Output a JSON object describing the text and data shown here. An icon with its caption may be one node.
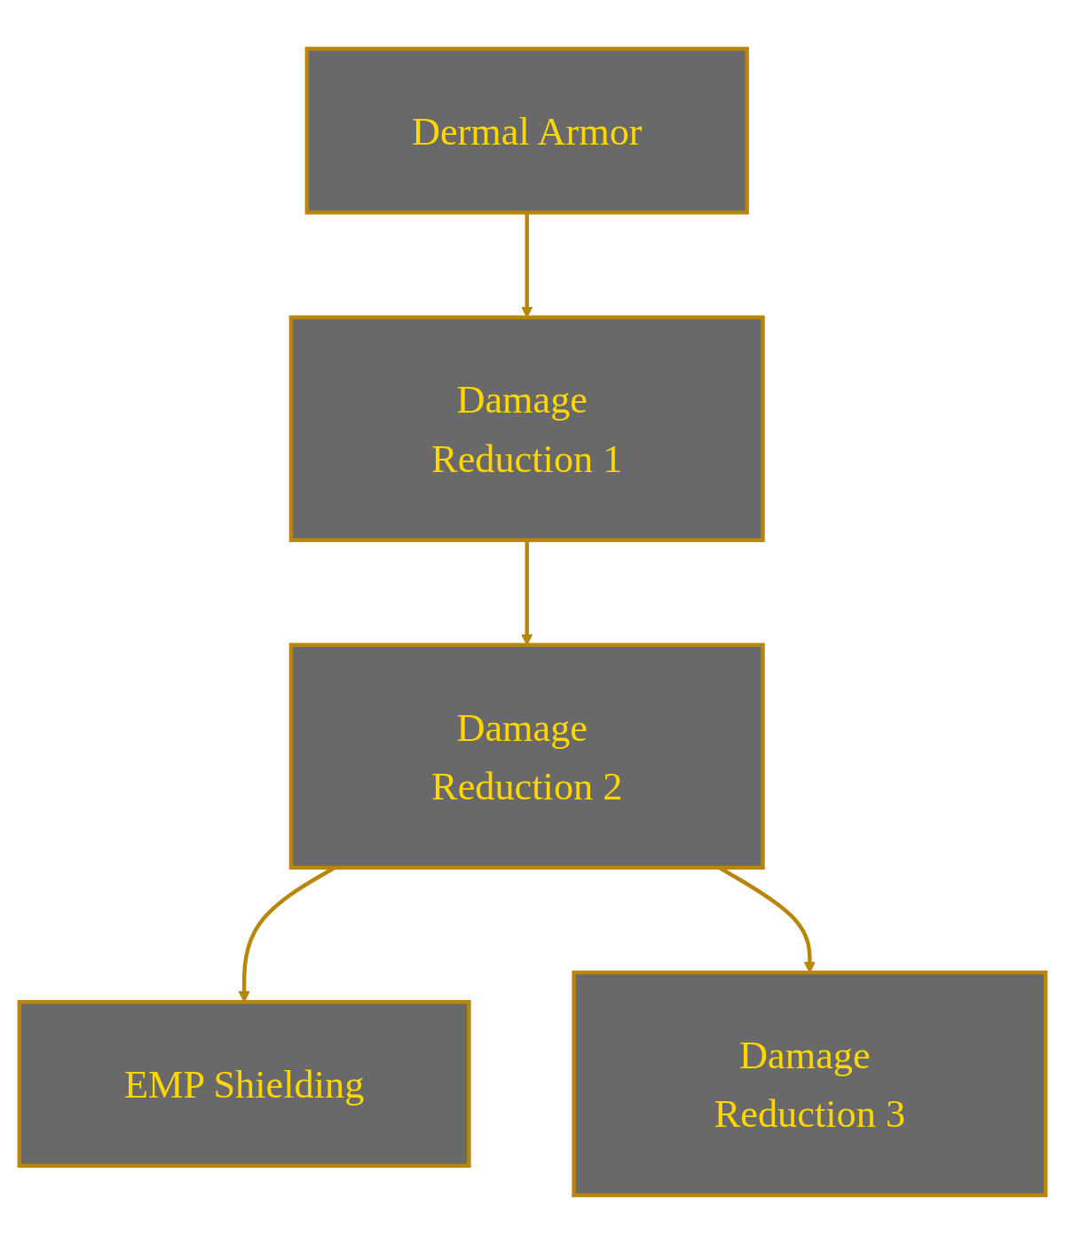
{
  "diagram": {
    "nodes": [
      {
        "text": [
          "Dermal Armor"
        ]
      },
      {
        "text": [
          "Damage Reduction 1"
        ]
      },
      {
        "text": [
          "Damage Reduction 2"
        ]
      },
      {
        "text": [
          "EMP Shielding"
        ]
      },
      {
        "text": [
          "Damage Reduction 3"
        ]
      }
    ],
    "edges": [
      {
        "from": 0,
        "to": 1,
        "arrow": "to"
      },
      {
        "from": 1,
        "to": 2,
        "arrow": "to"
      },
      {
        "from": 2,
        "to": 3,
        "arrow": "to"
      },
      {
        "from": 2,
        "to": 4,
        "arrow": "to"
      }
    ]
  }
}
